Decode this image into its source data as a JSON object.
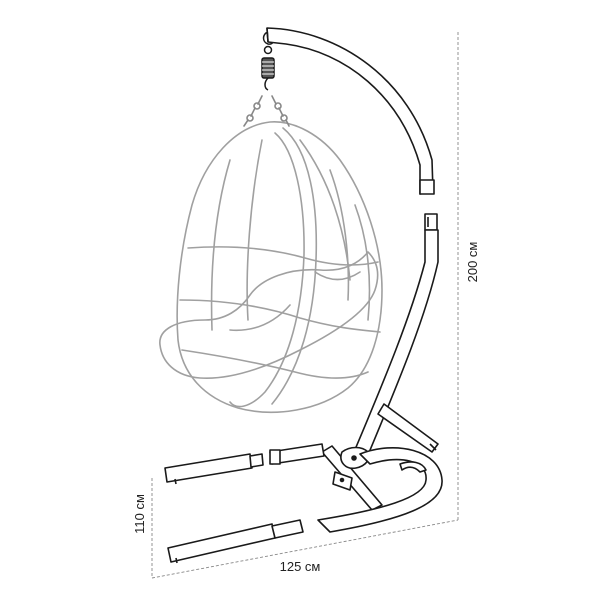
{
  "dimensions": {
    "height": "200 см",
    "depth": "110 см",
    "width": "125 см"
  },
  "colors": {
    "stroke": "#1a1a1a",
    "chair_stroke": "#9a9a9a",
    "dimension_line": "#888888",
    "background": "#ffffff"
  }
}
